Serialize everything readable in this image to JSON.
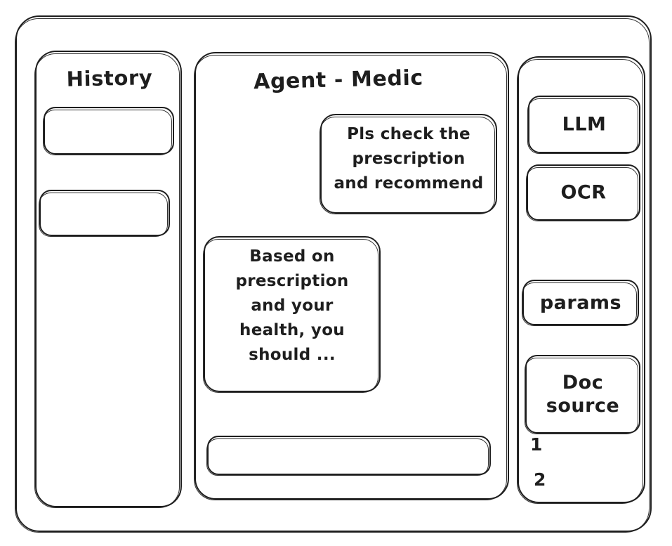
{
  "window": {
    "style": "hand-drawn-wireframe",
    "stroke_color": "#1e1e1e",
    "background_color": "#ffffff"
  },
  "sidebar": {
    "title": "History",
    "items": [
      {
        "label": ""
      },
      {
        "label": ""
      }
    ]
  },
  "main": {
    "title": "Agent - Medic",
    "messages": [
      {
        "role": "user",
        "text": "Pls check the\nprescription\nand recommend"
      },
      {
        "role": "agent",
        "text": "Based on\nprescription\nand your\nhealth, you\nshould ..."
      }
    ],
    "composer": {
      "value": "",
      "placeholder": ""
    }
  },
  "tools": {
    "items": [
      {
        "label": "LLM"
      },
      {
        "label": "OCR"
      },
      {
        "label": "params"
      },
      {
        "label": "Doc\nsource"
      }
    ],
    "doc_sources": [
      {
        "label": "1"
      },
      {
        "label": "2"
      }
    ]
  }
}
